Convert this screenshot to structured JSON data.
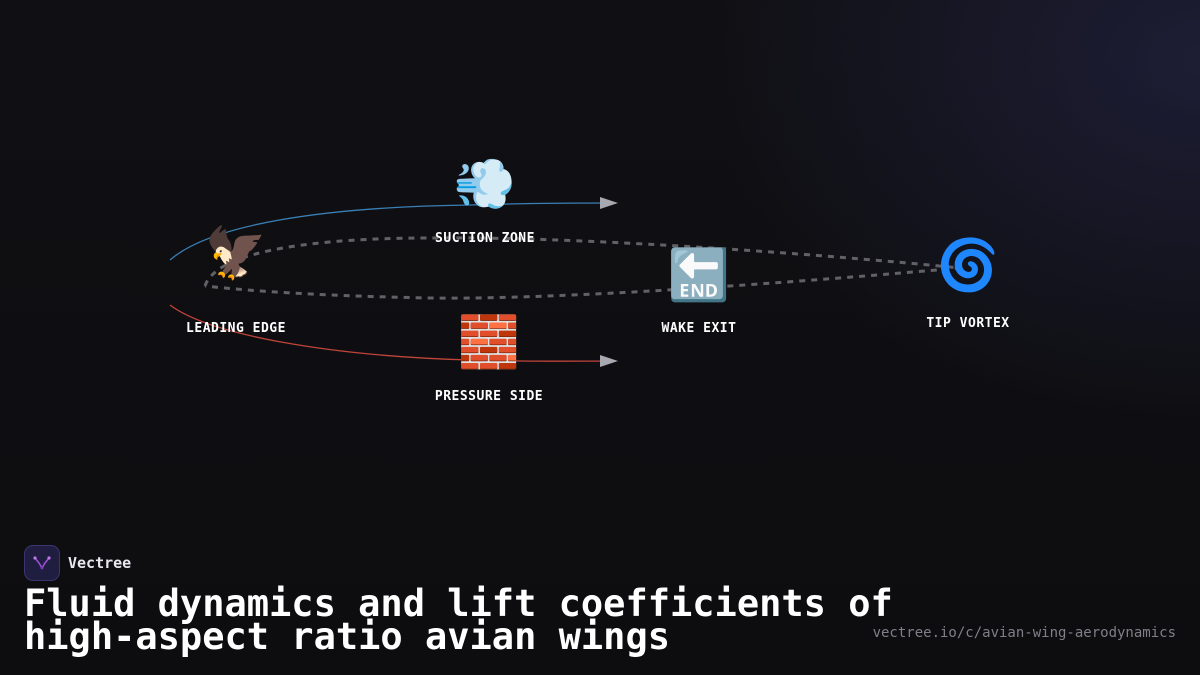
{
  "diagram": {
    "nodes": [
      {
        "id": "leading-edge",
        "icon": "🦅",
        "icon_name": "eagle-icon",
        "label": "LEADING EDGE"
      },
      {
        "id": "suction-zone",
        "icon": "💨",
        "icon_name": "dash-wind-icon",
        "label": "SUCTION ZONE"
      },
      {
        "id": "pressure-side",
        "icon": "🧱",
        "icon_name": "brick-wall-icon",
        "label": "PRESSURE SIDE"
      },
      {
        "id": "wake-exit",
        "icon": "🔚",
        "icon_name": "end-arrow-icon",
        "label": "WAKE EXIT"
      },
      {
        "id": "tip-vortex",
        "icon": "🌀",
        "icon_name": "cyclone-icon",
        "label": "TIP VORTEX"
      }
    ],
    "colors": {
      "upper_flow": "#3a7fb5",
      "lower_flow": "#c0443a",
      "dashed_loop": "#6a6a70",
      "arrowhead": "#a8a8b0"
    }
  },
  "brand": {
    "name": "Vectree",
    "logo_icon": "vectree-logo-icon",
    "logo_color": "#9b4fd6"
  },
  "title": {
    "line1": "Fluid dynamics and lift coefficients of",
    "line2": "high-aspect ratio avian wings"
  },
  "url": "vectree.io/c/avian-wing-aerodynamics"
}
